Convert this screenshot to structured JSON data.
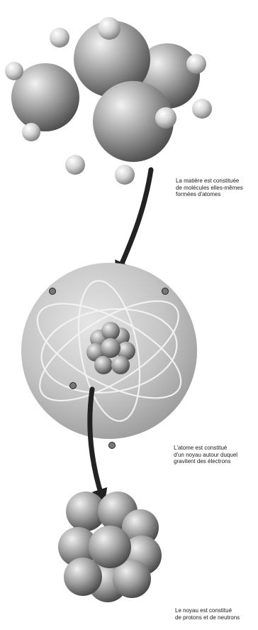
{
  "captions": {
    "molecule": "La matière est constituée\nde molécules elles-mêmes\nformées d'atomes",
    "atom": "L'atome est constitué\nd'un noyau autour duquel\ngravitent des électrons",
    "nucleus": "Le noyau est constitué\nde protons et de neutrons"
  },
  "icons": {
    "molecule": "molecule-illustration",
    "atom": "atom-illustration",
    "nucleus": "nucleus-illustration",
    "arrow": "curved-arrow-icon"
  }
}
